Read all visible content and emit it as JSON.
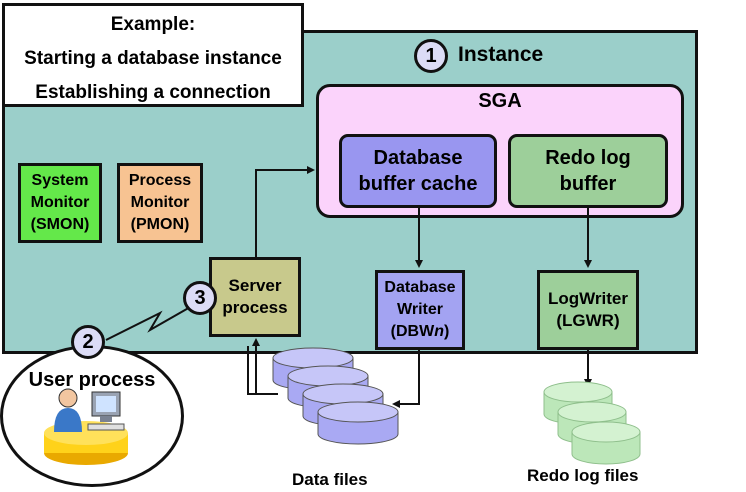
{
  "example": {
    "heading": "Example:",
    "line1": "Starting a database instance",
    "line2": "Establishing a connection"
  },
  "instance": {
    "number": "1",
    "label": "Instance"
  },
  "sga": {
    "label": "SGA"
  },
  "buffer_cache": {
    "line1": "Database",
    "line2": "buffer cache"
  },
  "redo_buffer": {
    "line1": "Redo log",
    "line2": "buffer"
  },
  "smon": {
    "line1": "System",
    "line2": "Monitor",
    "line3": "(SMON)"
  },
  "pmon": {
    "line1": "Process",
    "line2": "Monitor",
    "line3": "(PMON)"
  },
  "server_process": {
    "number": "3",
    "line1": "Server",
    "line2": "process"
  },
  "db_writer": {
    "line1": "Database",
    "line2": "Writer",
    "line3_prefix": "(DBW",
    "line3_italic": "n",
    "line3_suffix": ")"
  },
  "log_writer": {
    "line1": "LogWriter",
    "line2": "(LGWR)"
  },
  "user_process": {
    "number": "2",
    "label": "User process"
  },
  "captions": {
    "data_files": "Data files",
    "redo_log_files": "Redo log files"
  },
  "colors": {
    "instance_bg": "#9bcfca",
    "sga_bg": "#fbd3fb",
    "buffer_cache": "#9996f0",
    "redo_buffer": "#9dcf9a",
    "smon": "#64e84a",
    "pmon": "#f7c392",
    "server": "#c8c98c",
    "disk_blue": "#a9a9f3",
    "disk_green": "#bce7b9"
  }
}
